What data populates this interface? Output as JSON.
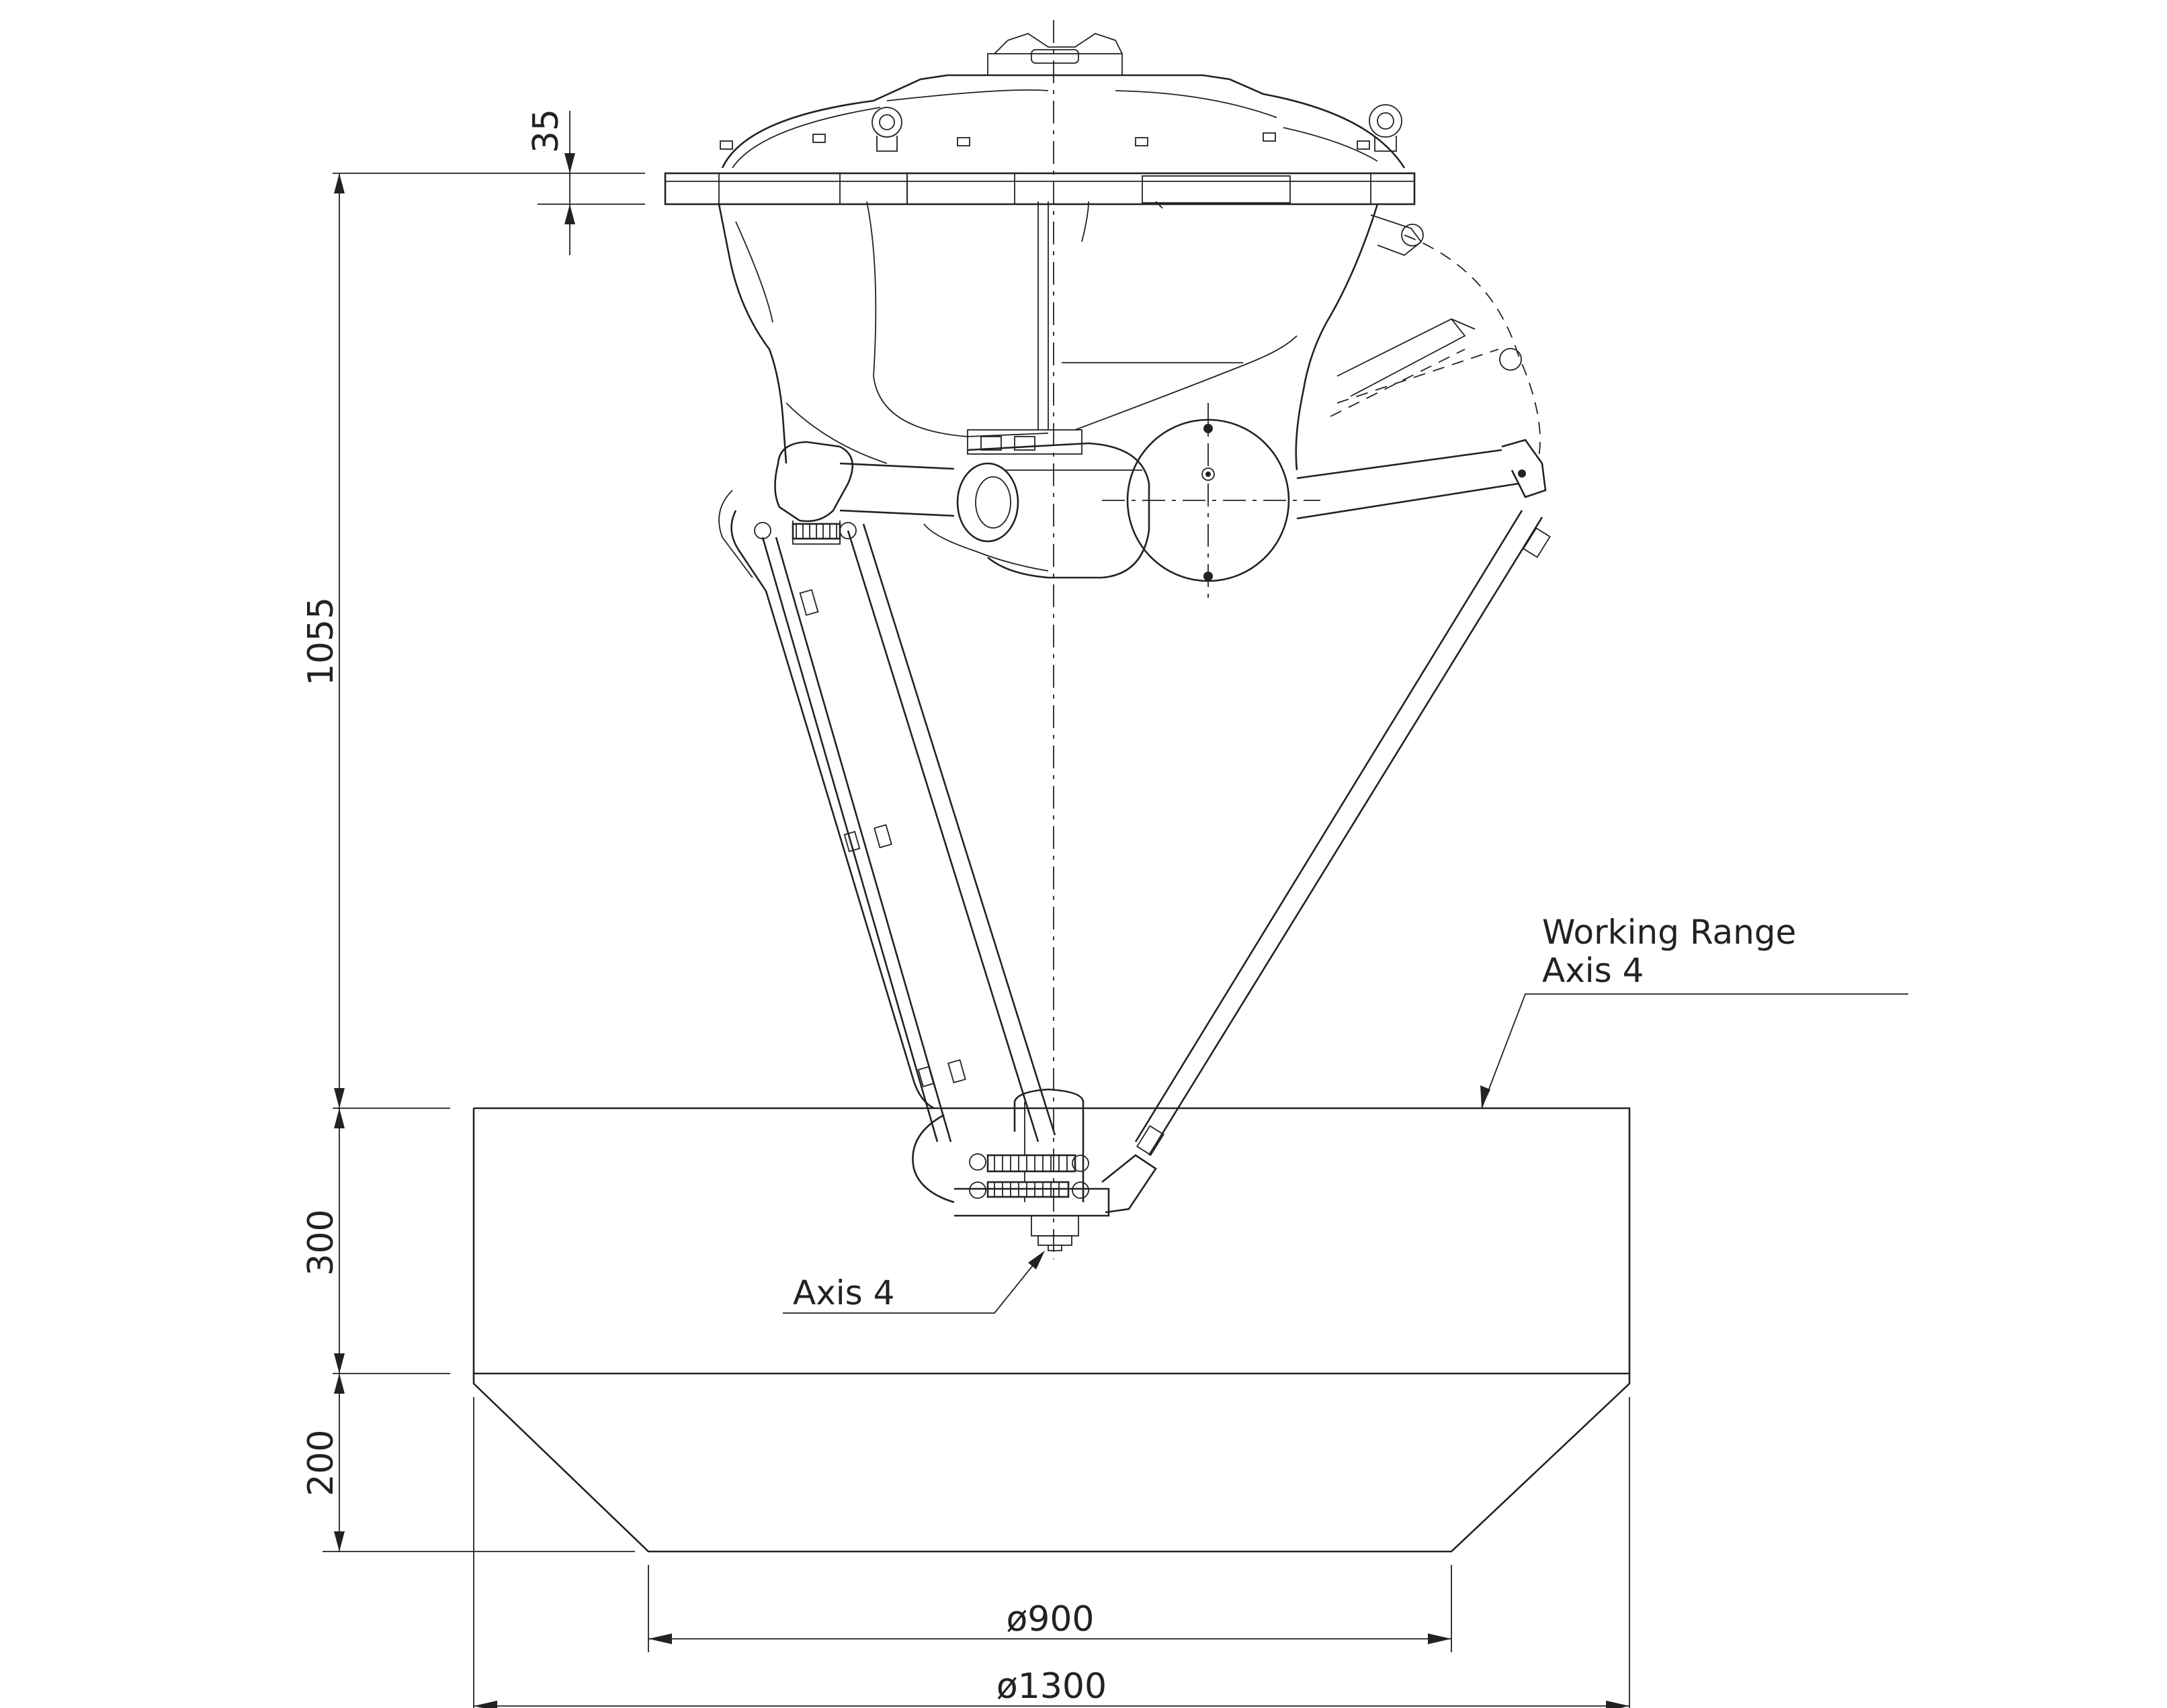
{
  "diagram": {
    "dimensions": {
      "d35": "35",
      "d1055": "1055",
      "d300": "300",
      "d200": "200",
      "d900": "ø900",
      "d1300": "ø1300"
    },
    "labels": {
      "working_range_line1": "Working Range",
      "working_range_line2": "Axis 4",
      "axis4": "Axis 4"
    }
  }
}
